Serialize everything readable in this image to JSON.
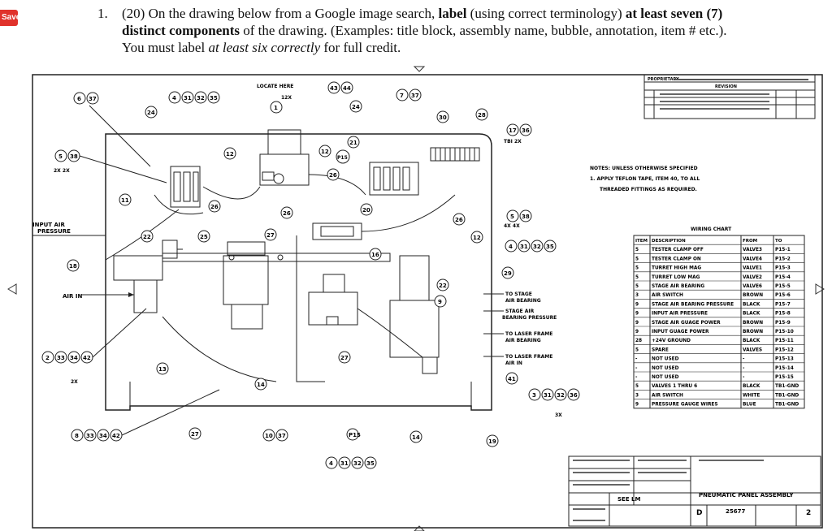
{
  "save_tab": "Save",
  "question": {
    "number": "1.",
    "points": "(20)",
    "text_1": "On the drawing below from a Google image search,",
    "bold_1": "label",
    "text_2": "(using correct terminology)",
    "bold_2": "at least seven (7) distinct components",
    "text_3": "of the drawing. (Examples: title block, assembly name, bubble, annotation, item # etc.). You must label",
    "italic_1": "at least six correctly",
    "text_4": "for full credit."
  },
  "drawing": {
    "header": "PROPRIETARY",
    "revision": "REVISION",
    "locate_here": "LOCATE HERE",
    "locate_qty": "12X",
    "input_air": "INPUT AIR",
    "pressure": "PRESSURE",
    "air_in": "AIR IN",
    "notes_title": "NOTES: UNLESS OTHERWISE SPECIFIED",
    "notes_1": "1. APPLY TEFLON TAPE, ITEM 40, TO ALL",
    "notes_2": "THREADED FITTINGS AS REQUIRED.",
    "labels": {
      "to_stage": "TO STAGE",
      "air_bearing": "AIR BEARING",
      "stage_air": "STAGE AIR",
      "bearing_pressure": "BEARING PRESSURE",
      "to_laser_frame": "TO LASER FRAME",
      "air_bearing2": "AIR BEARING",
      "to_laser_frame2": "TO LASER FRAME",
      "air_in2": "AIR IN"
    },
    "tbl_label": "TBI 2X",
    "qty_4x": "4X 4X",
    "qty_2x": "2X",
    "qty_3x": "3X",
    "qty_2x2x": "2X 2X",
    "bubbles": {
      "b6": "6",
      "b37": "37",
      "b24": "24",
      "b4": "4",
      "b31": "31",
      "b32": "32",
      "b35": "35",
      "b43": "43",
      "b44": "44",
      "b7": "7",
      "b30": "30",
      "b28": "28",
      "b17": "17",
      "b36": "36",
      "b5": "5",
      "b38": "38",
      "b12": "12",
      "b21": "21",
      "b15": "P15",
      "b26": "26",
      "b11": "11",
      "b20": "20",
      "b22": "22",
      "b25": "25",
      "b27": "27",
      "b16": "16",
      "b18": "18",
      "b29": "29",
      "b9": "9",
      "b2": "2",
      "b33": "33",
      "b34": "34",
      "b42": "42",
      "b13": "13",
      "b14": "14",
      "b41": "41",
      "b3": "3",
      "b8": "8",
      "b10": "10",
      "b19": "19",
      "b1": "1"
    },
    "wiring_chart": {
      "title": "WIRING CHART",
      "headers": [
        "ITEM",
        "DESCRIPTION",
        "FROM",
        "TO"
      ],
      "rows": [
        [
          "5",
          "TESTER CLAMP OFF",
          "VALVE3",
          "P15-1"
        ],
        [
          "5",
          "TESTER CLAMP ON",
          "VALVE4",
          "P15-2"
        ],
        [
          "5",
          "TURRET HIGH MAG",
          "VALVE1",
          "P15-3"
        ],
        [
          "5",
          "TURRET LOW MAG",
          "VALVE2",
          "P15-4"
        ],
        [
          "5",
          "STAGE AIR BEARING",
          "VALVE6",
          "P15-5"
        ],
        [
          "3",
          "AIR SWITCH",
          "BROWN",
          "P15-6"
        ],
        [
          "9",
          "STAGE AIR BEARING PRESSURE",
          "BLACK",
          "P15-7"
        ],
        [
          "9",
          "INPUT AIR PRESSURE",
          "BLACK",
          "P15-8"
        ],
        [
          "9",
          "STAGE AIR GUAGE POWER",
          "BROWN",
          "P15-9"
        ],
        [
          "9",
          "INPUT GUAGE POWER",
          "BROWN",
          "P15-10"
        ],
        [
          "28",
          "+24V GROUND",
          "BLACK",
          "P15-11"
        ],
        [
          "5",
          "SPARE",
          "VALVES",
          "P15-12"
        ],
        [
          "-",
          "NOT USED",
          "-",
          "P15-13"
        ],
        [
          "-",
          "NOT USED",
          "-",
          "P15-14"
        ],
        [
          "-",
          "NOT USED",
          "-",
          "P15-15"
        ],
        [
          "5",
          "VALVES 1 THRU 6",
          "BLACK",
          "TB1-GND"
        ],
        [
          "3",
          "AIR SWITCH",
          "WHITE",
          "TB1-GND"
        ],
        [
          "9",
          "PRESSURE GAUGE WIRES",
          "BLUE",
          "TB1-GND"
        ]
      ]
    },
    "title_block": {
      "assembly_name": "PNEUMATIC PANEL ASSEMBLY",
      "see_lm": "SEE LM",
      "size": "D",
      "drawing_number": "25677",
      "rev": "2"
    }
  }
}
